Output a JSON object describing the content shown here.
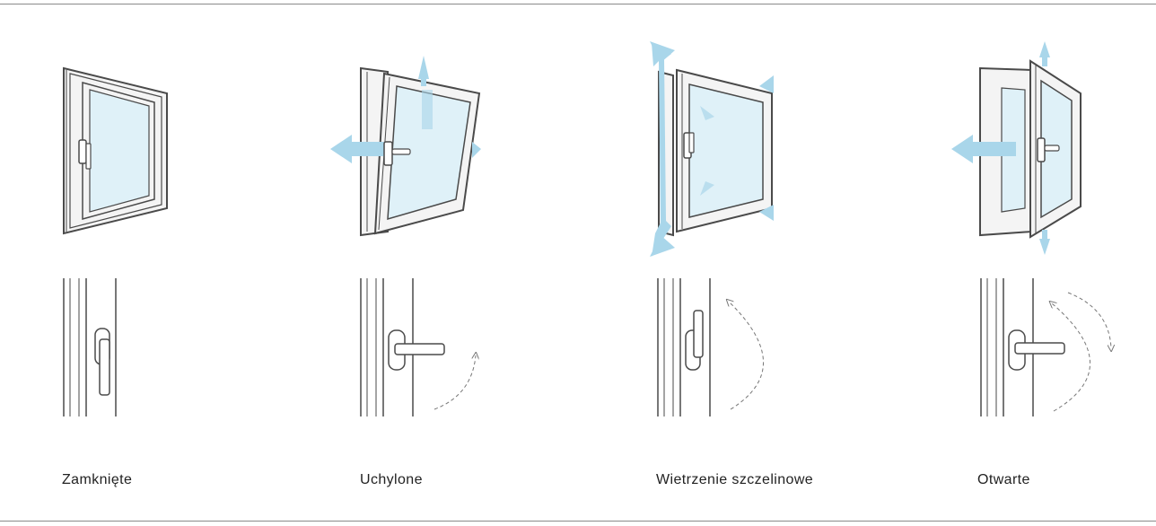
{
  "states": [
    {
      "id": "closed",
      "label": "Zamknięte"
    },
    {
      "id": "tilted",
      "label": "Uchylone"
    },
    {
      "id": "micro-ventilation",
      "label": "Wietrzenie szczelinowe"
    },
    {
      "id": "open",
      "label": "Otwarte"
    }
  ],
  "colors": {
    "frame_stroke": "#4a4a4a",
    "frame_fill": "#f4f4f4",
    "glass": "#dff1f8",
    "airflow_arrow": "#a9d6ea",
    "rule": "#8a8a8a",
    "text": "#222222"
  },
  "icons": [
    "window-closed-icon",
    "window-tilted-icon",
    "window-micro-ventilation-icon",
    "window-open-icon",
    "handle-down-icon",
    "handle-horizontal-icon",
    "handle-angled-icon",
    "airflow-arrow-icon",
    "rotation-arrow-icon"
  ]
}
